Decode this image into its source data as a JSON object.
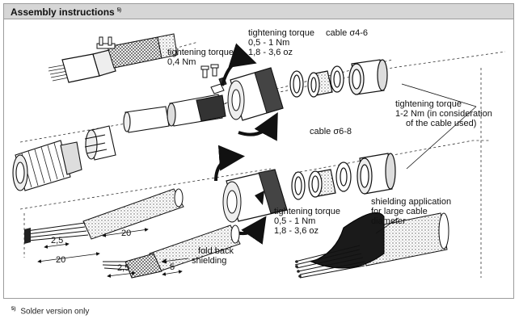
{
  "header": {
    "title": "Assembly instructions",
    "footnote_mark": "5)"
  },
  "labels": {
    "torque_small": [
      "tightening torque",
      "0,4 Nm"
    ],
    "torque_top": [
      "tightening torque",
      "0,5 - 1 Nm",
      "1,8 - 3,6 oz"
    ],
    "cable_top": "cable σ4-6",
    "cable_mid": "cable σ6-8",
    "torque_right": [
      "tightening torque",
      "1-2 Nm (in consideration",
      "of the cable used)"
    ],
    "torque_bottom": [
      "tightening torque",
      "0,5 - 1 Nm",
      "1,8 - 3,6 oz"
    ],
    "shielding_app": [
      "shielding application",
      "for large cable",
      "diameter"
    ],
    "fold_back": [
      "fold back",
      "shielding"
    ],
    "dims": {
      "a": "2,5",
      "b": "20",
      "c": "20",
      "d": "2,5",
      "e": "5"
    }
  },
  "footnote": {
    "mark": "5)",
    "text": "Solder version only"
  }
}
